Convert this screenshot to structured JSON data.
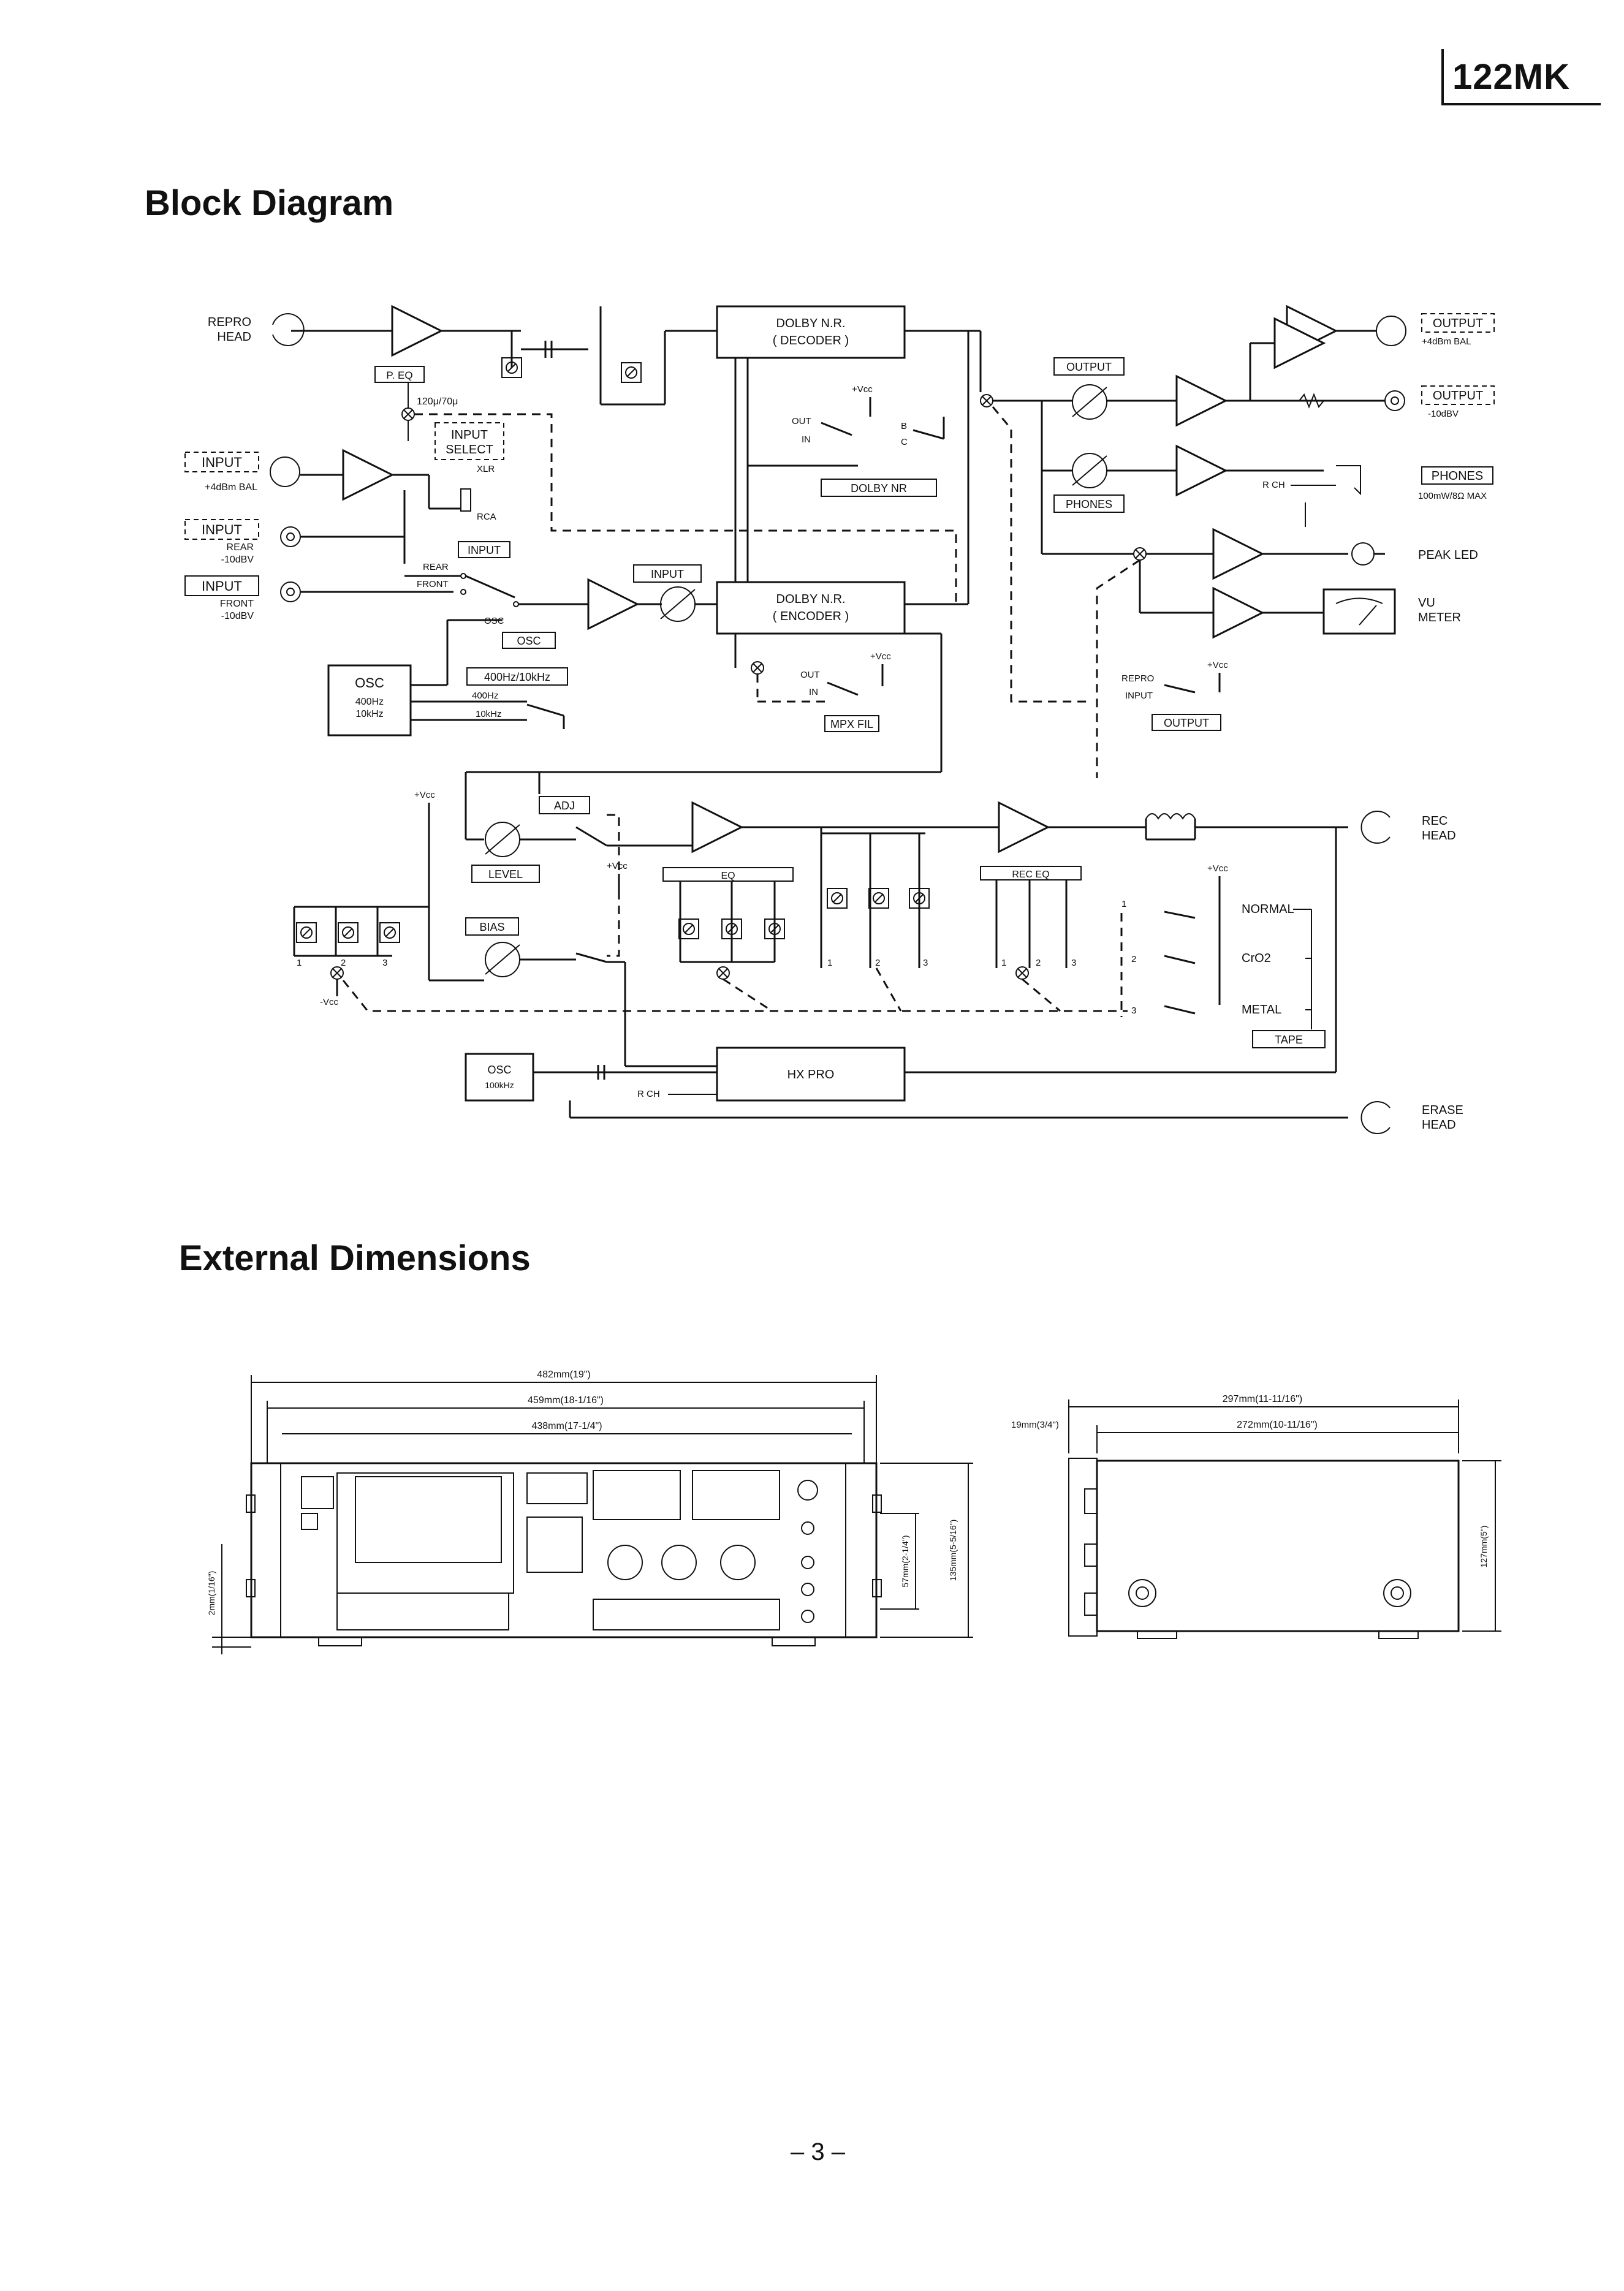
{
  "header": {
    "model": "122MK"
  },
  "block_diagram": {
    "title": "Block Diagram",
    "inputs": {
      "repro_head": [
        "REPRO",
        "HEAD"
      ],
      "input_bal": [
        "INPUT",
        "+4dBm BAL"
      ],
      "input_rear": [
        "INPUT",
        "REAR",
        "-10dBV"
      ],
      "input_front": [
        "INPUT",
        "FRONT",
        "-10dBV"
      ]
    },
    "labels": {
      "p_eq": "P. EQ",
      "eq_time": "120μ/70μ",
      "input_select": [
        "INPUT",
        "SELECT"
      ],
      "xlr": "XLR",
      "rca": "RCA",
      "input_sw": "INPUT",
      "rear": "REAR",
      "front": "FRONT",
      "osc_sw_label": "OSC",
      "osc_sw": "OSC",
      "input_level": "INPUT",
      "osc_freq_sw": "400Hz/10kHz",
      "f400": "400Hz",
      "f10k": "10kHz",
      "osc_gen": [
        "OSC",
        "400Hz",
        "10kHz"
      ],
      "dolby_dec": [
        "DOLBY  N.R.",
        "( DECODER )"
      ],
      "dolby_enc": [
        "DOLBY  N.R.",
        "( ENCODER )"
      ],
      "vcc": "+Vcc",
      "neg_vcc": "-Vcc",
      "out": "OUT",
      "in": "IN",
      "b": "B",
      "c": "C",
      "dolby_nr": "DOLBY  NR",
      "mpx_fil": "MPX FIL",
      "output_level": "OUTPUT",
      "phones_level": "PHONES",
      "output_bal": [
        "OUTPUT",
        "+4dBm BAL"
      ],
      "output_unbal": [
        "OUTPUT",
        "-10dBV"
      ],
      "r_ch": "R CH",
      "phones_out": [
        "PHONES",
        "100mW/8Ω MAX"
      ],
      "peak_led": "PEAK LED",
      "vu_meter": [
        "VU",
        "METER"
      ],
      "repro": "REPRO",
      "input_mon": "INPUT",
      "output_sw": "OUTPUT",
      "adj": "ADJ",
      "level": "LEVEL",
      "bias": "BIAS",
      "eq": "EQ",
      "rec_eq": "REC EQ",
      "rec_head": [
        "REC",
        "HEAD"
      ],
      "erase_head": [
        "ERASE",
        "HEAD"
      ],
      "normal": "NORMAL",
      "cro2": "CrO2",
      "metal": "METAL",
      "tape": "TAPE",
      "osc100": [
        "OSC",
        "100kHz"
      ],
      "hx_pro": "HX  PRO",
      "n1": "1",
      "n2": "2",
      "n3": "3"
    }
  },
  "external_dimensions": {
    "title": "External Dimensions",
    "front": {
      "w482": "482mm(19\")",
      "w459": "459mm(18-1/16\")",
      "w438": "438mm(17-1/4\")",
      "h57": "57mm(2-1/4\")",
      "h135": "135mm(5-5/16\")",
      "foot": "2mm(1/16\")"
    },
    "side": {
      "d297": "297mm(11-11/16\")",
      "d272": "272mm(10-11/16\")",
      "d19": "19mm(3/4\")",
      "h127": "127mm(5\")"
    }
  },
  "footer": {
    "page": "– 3 –"
  }
}
